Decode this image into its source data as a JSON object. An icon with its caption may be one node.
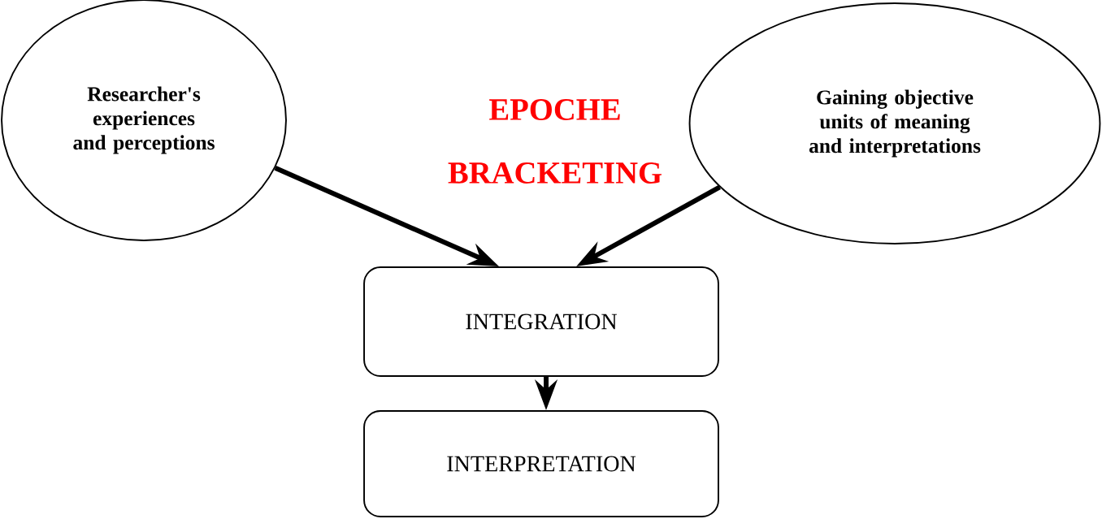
{
  "diagram": {
    "nodes": [
      {
        "text": [
          "Researcher's experiences and perceptions"
        ]
      },
      {
        "text": [
          "Gaining objective units of meaning and interpretations"
        ]
      },
      {
        "text": [
          "INTEGRATION"
        ]
      },
      {
        "text": [
          "INTERPRETATION"
        ]
      }
    ],
    "edges": [
      {
        "from": 0,
        "to": 2,
        "arrow": "to"
      },
      {
        "from": 1,
        "to": 2,
        "arrow": "to"
      },
      {
        "from": 2,
        "to": 3,
        "arrow": "to"
      }
    ],
    "labels": [
      "EPOCHE",
      "BRACKETING"
    ]
  }
}
